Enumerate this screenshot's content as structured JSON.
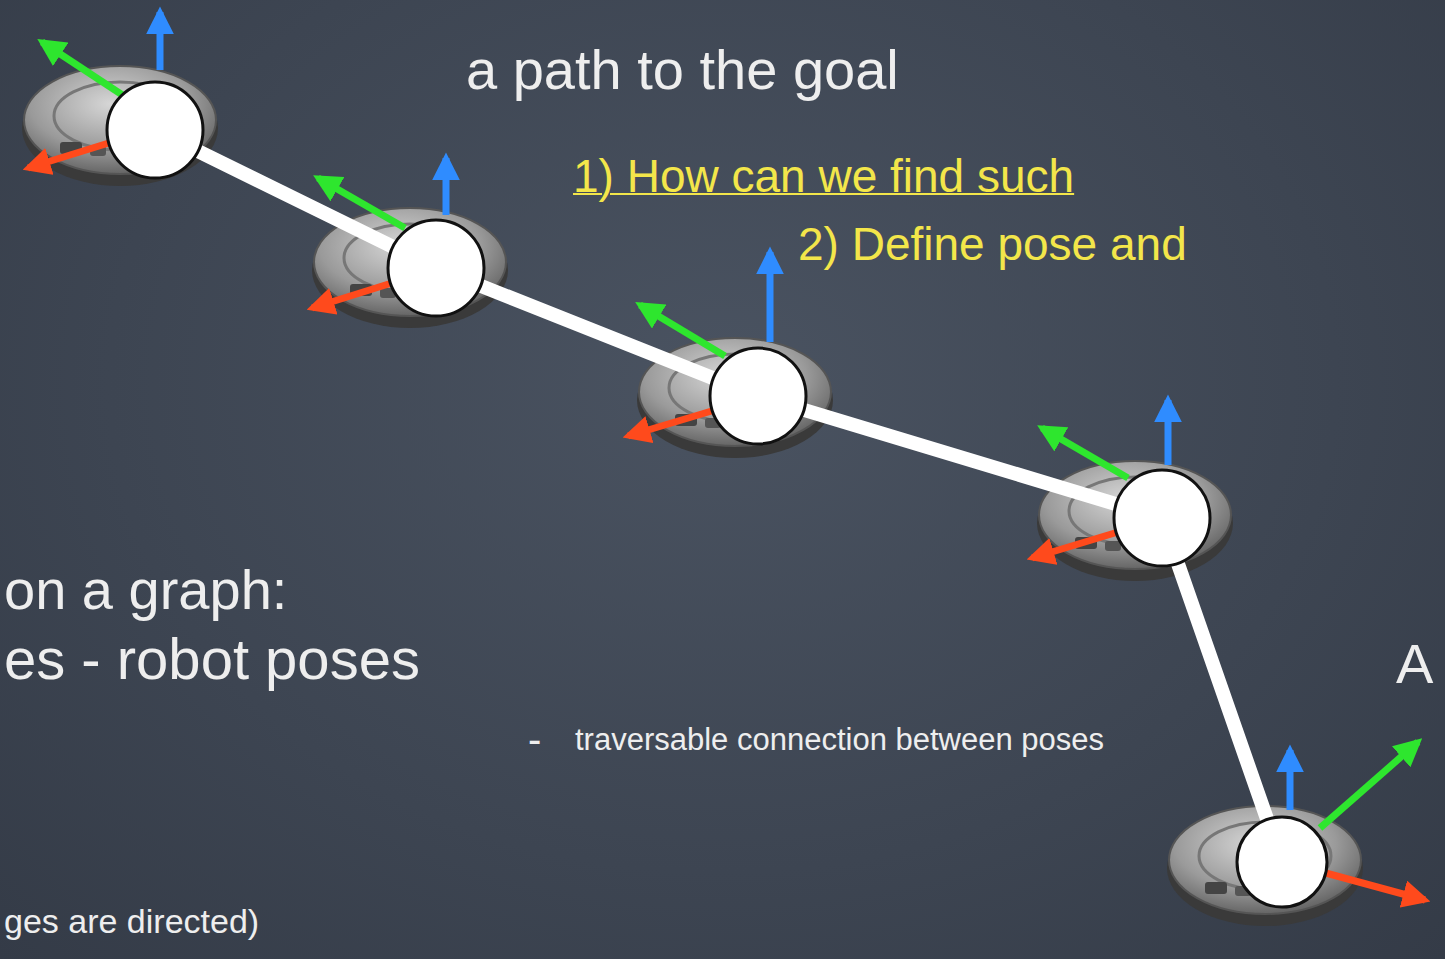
{
  "diagram": {
    "labels": [
      "a path to the goal",
      "1) How can we find such",
      "2) Define pose and",
      "on a graph:",
      "es - robot poses",
      "-",
      "traversable connection between poses",
      "ges are directed)",
      "A"
    ]
  }
}
